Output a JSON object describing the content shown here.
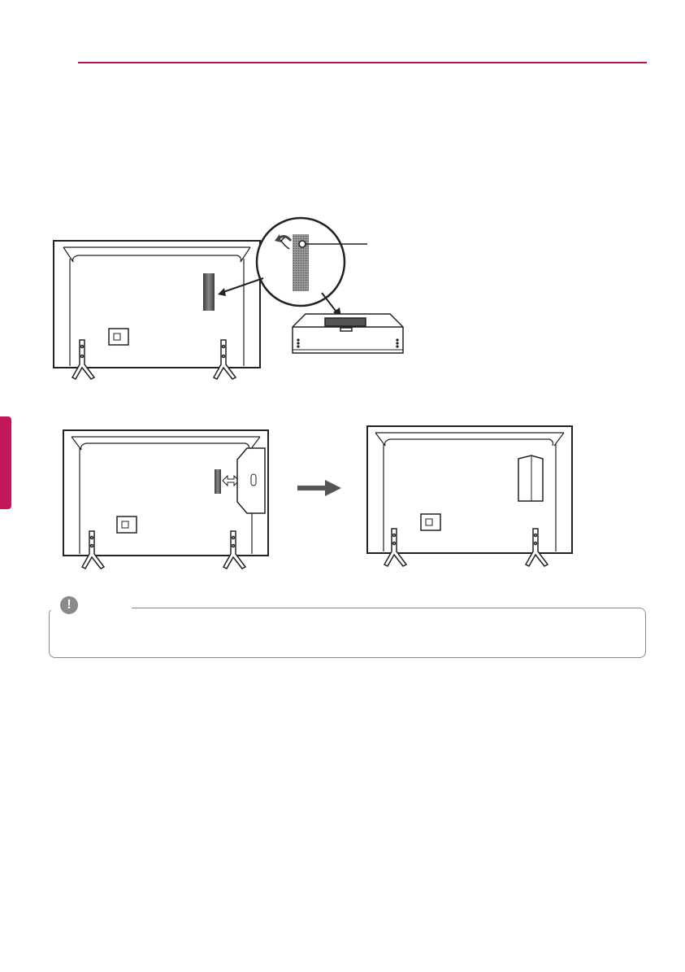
{
  "colors": {
    "accent": "#b5145b",
    "line": "#222222",
    "note_border": "#8a8a8a"
  },
  "note": {
    "icon": "exclamation-icon",
    "glyph": "!"
  },
  "illustrations": [
    "tv-back-with-tape-and-set-top-box",
    "tv-back-attaching-box",
    "tv-back-box-attached"
  ]
}
